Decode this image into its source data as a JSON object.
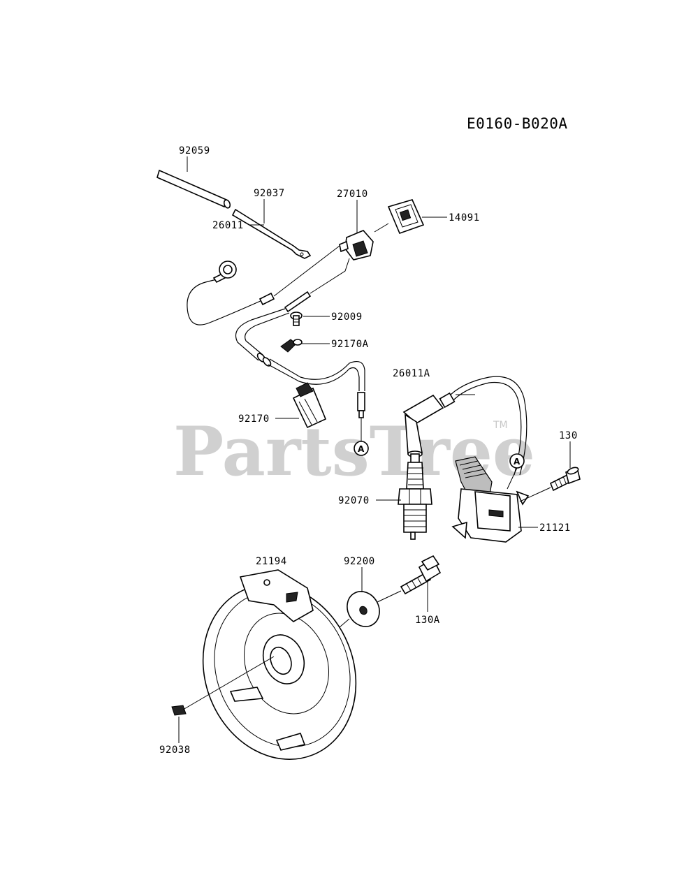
{
  "diagram_code": "E0160-B020A",
  "watermark": {
    "text": "PartsTree",
    "tm": "TM"
  },
  "connector_mark": "A",
  "labels": {
    "p92059": "92059",
    "p92037": "92037",
    "p26011": "26011",
    "p27010": "27010",
    "p14091": "14091",
    "p92009": "92009",
    "p92170A": "92170A",
    "p26011A": "26011A",
    "p92170": "92170",
    "p130": "130",
    "p92070": "92070",
    "p21121": "21121",
    "p21194": "21194",
    "p92200": "92200",
    "p130A": "130A",
    "p92038": "92038"
  }
}
